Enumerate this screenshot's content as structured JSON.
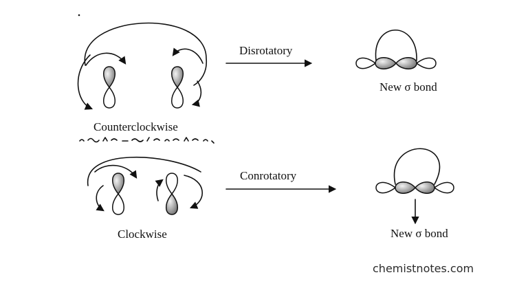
{
  "top_row": {
    "rotation_label": "Counterclockwise",
    "process_label": "Disrotatory",
    "product_label": "New σ bond"
  },
  "bottom_row": {
    "rotation_label": "Clockwise",
    "process_label": "Conrotatory",
    "product_label": "New σ bond"
  },
  "watermark": "chemistnotes.com",
  "colors": {
    "ink": "#111111",
    "lobe_shade_light": "#f2f2f2",
    "lobe_shade_dark": "#6f6f6f"
  }
}
